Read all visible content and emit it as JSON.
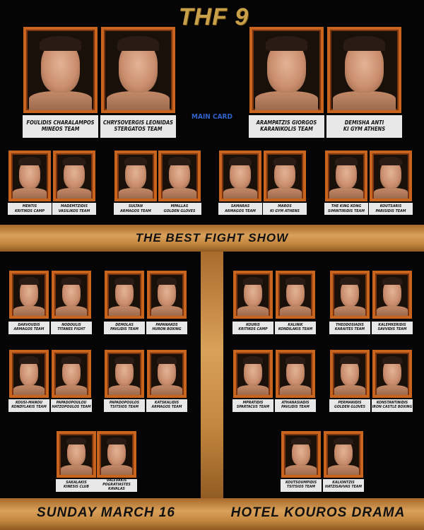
{
  "logo": "THF 9",
  "main_card_label": "MAIN CARD",
  "banner": "THE BEST FIGHT SHOW",
  "date": "SUNDAY MARCH 16",
  "venue": "HOTEL KOUROS DRAMA",
  "colors": {
    "frame": "#c8641e",
    "band": "#d9a15a",
    "main_card": "#2f62c8",
    "background": "#050505"
  },
  "main_fighters": [
    {
      "name": "FOULIDIS CHARALAMPOS",
      "team": "MINEOS TEAM"
    },
    {
      "name": "CHRYSOVERGIS LEONIDAS",
      "team": "STERGATOS TEAM"
    },
    {
      "name": "ARAMPATZIS GIORGOS",
      "team": "KARANIKOLIS TEAM"
    },
    {
      "name": "DEMISHA ANTI",
      "team": "KI GYM ATHENS"
    }
  ],
  "row2": [
    {
      "name": "MENTIS",
      "team": "KRITIKOS CAMP"
    },
    {
      "name": "MADEMTZIDIS",
      "team": "VASILIKOS TEAM"
    },
    {
      "name": "SULTAN",
      "team": "ARMAGOS TEAM"
    },
    {
      "name": "MPALLAS",
      "team": "GOLDEN GLOVES"
    },
    {
      "name": "SAMARAS",
      "team": "ARMAGOS TEAM"
    },
    {
      "name": "MAROS",
      "team": "KI GYM ATHENS"
    },
    {
      "name": "THE KING KONG",
      "team": "SIMINTIRIDIS TEAM"
    },
    {
      "name": "KOUTSARIS",
      "team": "PARISIDIS TEAM"
    }
  ],
  "row3": [
    {
      "name": "DARVOUDIS",
      "team": "ARMAGOS TEAM"
    },
    {
      "name": "NODOULIS",
      "team": "TITANES FIGHT"
    },
    {
      "name": "DEMOLAS",
      "team": "PAVLIDIS TEAM"
    },
    {
      "name": "PAPANAKOS",
      "team": "HURON BOXING"
    },
    {
      "name": "KOURIS",
      "team": "KRITIKOS CAMP"
    },
    {
      "name": "KALINIK",
      "team": "KONDILAKIS TEAM"
    },
    {
      "name": "THEODOSIADIS",
      "team": "KARAITES TEAM"
    },
    {
      "name": "KALEMKERIDIS",
      "team": "SAVVIDIS TEAM"
    }
  ],
  "row4": [
    {
      "name": "KOUSI-MANOU",
      "team": "KONDYLAKIS TEAM"
    },
    {
      "name": "PAPADOPOULOU",
      "team": "HATZOPOULOS TEAM"
    },
    {
      "name": "PAPADOPOULOS",
      "team": "TSITSIOS TEAM"
    },
    {
      "name": "KATSKALIDIS",
      "team": "ARMAGOS TEAM"
    },
    {
      "name": "MPRATIDIS",
      "team": "SPARTACUS TEAM"
    },
    {
      "name": "ATHANASIADIS",
      "team": "PAVLIDIS TEAM"
    },
    {
      "name": "PERMANIDIS",
      "team": "GOLDEN GLOVES"
    },
    {
      "name": "KONSTANTINIDIS",
      "team": "IRON CASTLE BOXING"
    }
  ],
  "row5": [
    {
      "name": "SAKALAKIS",
      "team": "KINESIS CLUB"
    },
    {
      "name": "VALEVAKIS",
      "team": "POGRATIASTES KAVALAS"
    },
    {
      "name": "KOUTSOUMPIDIS",
      "team": "TSITSIOS TEAM"
    },
    {
      "name": "KALIONTZIS",
      "team": "HATZISAVVAS TEAM"
    }
  ]
}
